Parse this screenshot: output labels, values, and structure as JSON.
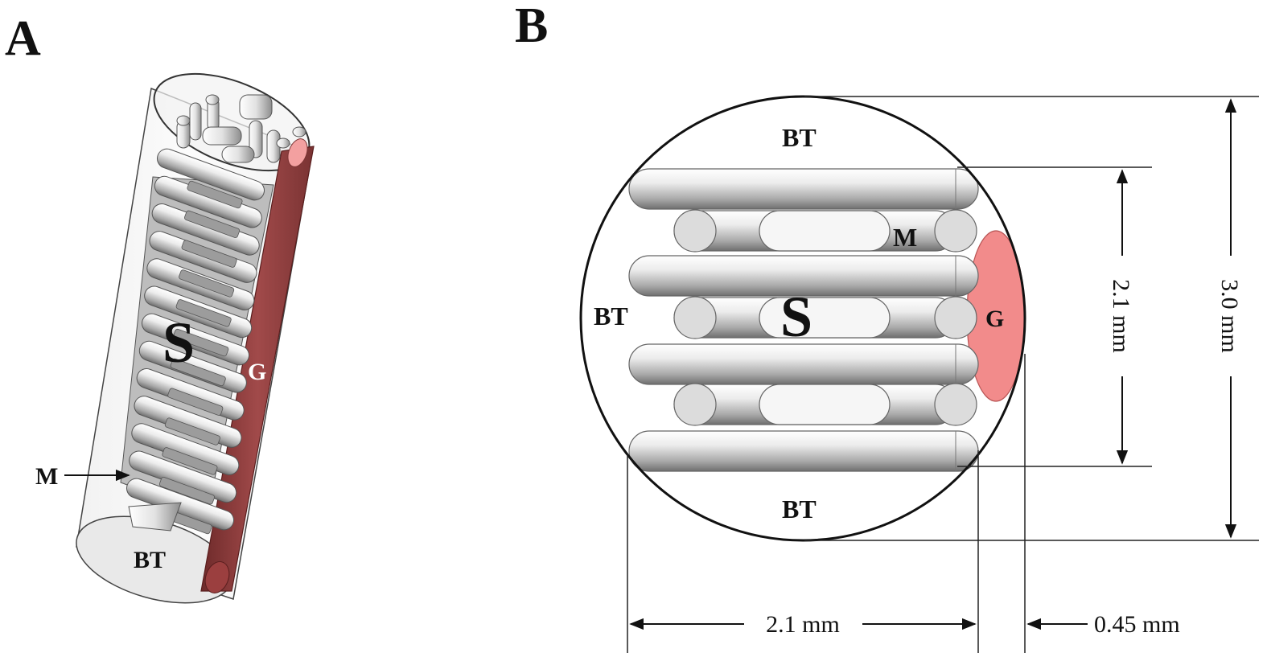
{
  "panels": {
    "a": {
      "letter": "A",
      "labels": {
        "scaffold": "S",
        "gel": "G",
        "mesh": "M",
        "bt": "BT"
      }
    },
    "b": {
      "letter": "B",
      "labels": {
        "bt_top": "BT",
        "bt_left": "BT",
        "bt_bottom": "BT",
        "scaffold": "S",
        "mesh": "M",
        "gel": "G"
      },
      "dimensions": {
        "inner_height": "2.1 mm",
        "outer_diameter": "3.0 mm",
        "width": "2.1 mm",
        "gel_width": "0.45 mm"
      }
    }
  },
  "colors": {
    "gel_fill": "#f28b8b",
    "gel_dark": "#8f3a3a",
    "rod_light": "#f4f4f4",
    "rod_dark": "#8a8a8a",
    "cross_fill": "#dedede"
  }
}
